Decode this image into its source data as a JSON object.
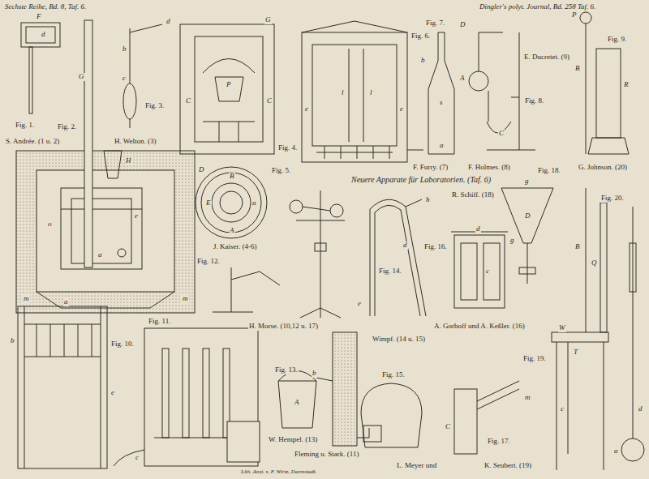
{
  "diagram": {
    "title": "Neuere Apparate für Laboratorien. (Taf. 6)",
    "labels": [
      "Sechste Reihe, Bd. 8, Taf. 6.",
      "Dingler's polyt. Journal, Bd. 258 Taf. 6.",
      "Fig. 1.",
      "S. Andrée. (1 u. 2)",
      "Fig. 2.",
      "Fig. 3.",
      "H. Welton. (3)",
      "Fig. 4.",
      "Fig. 5.",
      "J. Kaiser. (4-6)",
      "Fig. 6.",
      "Fig. 7.",
      "F. Furry. (7)",
      "Fig. 8.",
      "F. Holmes. (8)",
      "E. Ducretet. (9)",
      "Fig. 9.",
      "G. Johnson. (20)",
      "R. Schiff. (18)",
      "Fig. 18.",
      "Fig. 16.",
      "A. Gorboff und A. Keßler. (16)",
      "Fig. 14.",
      "Wimpf. (14 u. 15)",
      "Fig. 12.",
      "H. Morse. (10,12 u. 17)",
      "Fig. 10.",
      "Fig. 11.",
      "Fig. 13.",
      "W. Hempel. (13)",
      "Fleming u. Stark. (11)",
      "Fig. 15.",
      "L. Meyer und",
      "K. Seubert. (19)",
      "Fig. 17.",
      "Fig. 19.",
      "Fig. 20.",
      "Lith. Anst. v. F. Wirtz, Darmstadt.",
      "F",
      "d",
      "G",
      "H",
      "D",
      "m",
      "m",
      "o",
      "e",
      "a",
      "d",
      "b",
      "c",
      "G",
      "P",
      "C",
      "C",
      "B",
      "E",
      "a",
      "A",
      "l",
      "l",
      "e",
      "e",
      "b",
      "s",
      "a",
      "D",
      "A",
      "C",
      "P",
      "B",
      "R",
      "h",
      "d",
      "e",
      "d",
      "c",
      "g",
      "g",
      "D",
      "b",
      "A",
      "C",
      "m",
      "B",
      "Q",
      "W",
      "T",
      "c",
      "a",
      "d",
      "a",
      "b",
      "e",
      "c"
    ]
  }
}
